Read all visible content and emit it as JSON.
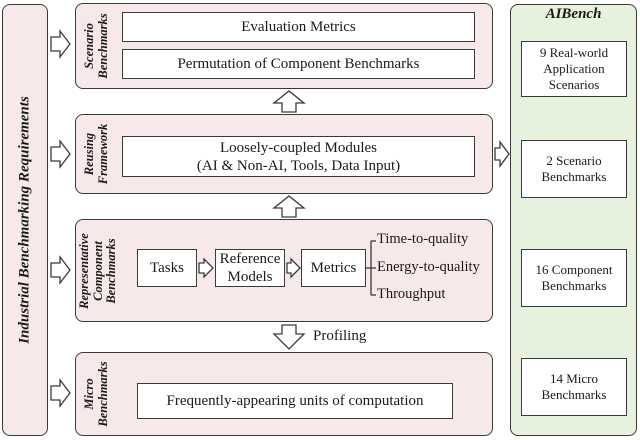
{
  "left_panel": {
    "label": "Industrial Benchmarking Requirements"
  },
  "layers": {
    "scenario": {
      "label_line1": "Scenario",
      "label_line2": "Benchmarks",
      "boxes": [
        "Evaluation Metrics",
        "Permutation of Component Benchmarks"
      ]
    },
    "reusing": {
      "label_line1": "Reusing",
      "label_line2": "Framework",
      "box_line1": "Loosely-coupled Modules",
      "box_line2": "(AI & Non-AI, Tools, Data Input)"
    },
    "representative": {
      "label_line1": "Representative",
      "label_line2": "Component",
      "label_line3": "Benchmarks",
      "tasks": "Tasks",
      "reference_line1": "Reference",
      "reference_line2": "Models",
      "metrics": "Metrics",
      "metric_items": [
        "Time-to-quality",
        "Energy-to-quality",
        "Throughput"
      ]
    },
    "profiling_label": "Profiling",
    "micro": {
      "label_line1": "Micro",
      "label_line2": "Benchmarks",
      "box": "Frequently-appearing units of computation"
    }
  },
  "aibench": {
    "title": "AIBench",
    "items": [
      {
        "line1": "9 Real-world",
        "line2": "Application",
        "line3": "Scenarios"
      },
      {
        "line1": "2 Scenario",
        "line2": "Benchmarks"
      },
      {
        "line1": "16 Component",
        "line2": "Benchmarks"
      },
      {
        "line1": "14 Micro",
        "line2": "Benchmarks"
      }
    ]
  }
}
